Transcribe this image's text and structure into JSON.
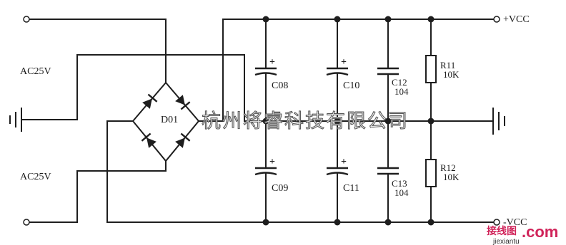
{
  "labels": {
    "ac_top": "AC25V",
    "ac_bottom": "AC25V",
    "bridge": "D01",
    "vcc_pos": "+VCC",
    "vcc_neg": "-VCC"
  },
  "capacitors": [
    {
      "ref": "C08"
    },
    {
      "ref": "C09"
    },
    {
      "ref": "C10"
    },
    {
      "ref": "C11"
    },
    {
      "ref": "C12",
      "value": "104"
    },
    {
      "ref": "C13",
      "value": "104"
    }
  ],
  "resistors": [
    {
      "ref": "R11",
      "value": "10K"
    },
    {
      "ref": "R12",
      "value": "10K"
    }
  ],
  "polarity_mark": "+",
  "watermark": {
    "text": "杭州将睿科技有限公司",
    "logo_cn": "接线图",
    "logo_com": ".com",
    "logo_sub": "jiexiantu"
  }
}
